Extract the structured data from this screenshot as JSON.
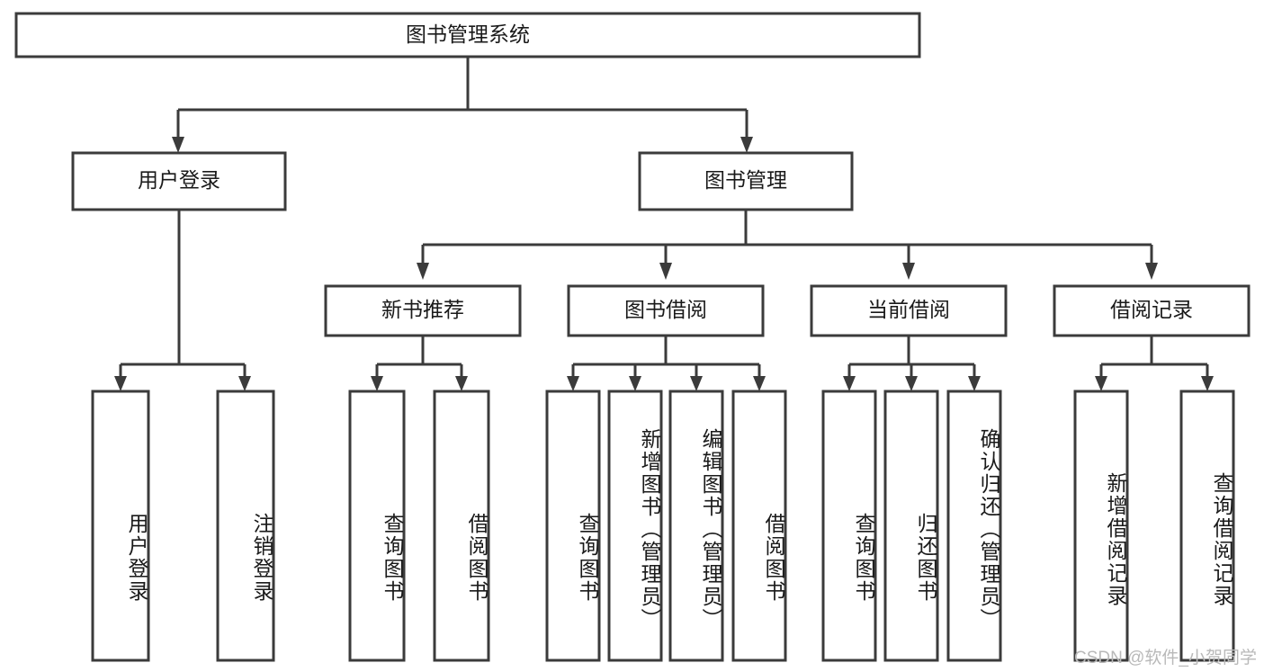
{
  "diagram": {
    "type": "tree-hierarchy",
    "title_node": {
      "label": "图书管理系统"
    },
    "level2": [
      {
        "label": "用户登录"
      },
      {
        "label": "图书管理"
      }
    ],
    "level3": [
      {
        "label": "新书推荐"
      },
      {
        "label": "图书借阅"
      },
      {
        "label": "当前借阅"
      },
      {
        "label": "借阅记录"
      }
    ],
    "leaves": {
      "user_login": [
        {
          "label": "用户登录"
        },
        {
          "label": "注销登录"
        }
      ],
      "new_book": [
        {
          "label": "查询图书"
        },
        {
          "label": "借阅图书"
        }
      ],
      "book_borrow": [
        {
          "label": "查询图书"
        },
        {
          "label": "新增图书（管理员）"
        },
        {
          "label": "编辑图书（管理员）"
        },
        {
          "label": "借阅图书"
        }
      ],
      "current_borrow": [
        {
          "label": "查询图书"
        },
        {
          "label": "归还图书"
        },
        {
          "label": "确认归还（管理员）"
        }
      ],
      "borrow_record": [
        {
          "label": "新增借阅记录"
        },
        {
          "label": "查询借阅记录"
        }
      ]
    }
  },
  "watermark": {
    "text": "CSDN @软件_小贺同学"
  },
  "colors": {
    "stroke": "#3b3b3b",
    "box_fill": "#ffffff",
    "text": "#1a1a1a",
    "watermark": "#b9b9b9",
    "background": "#ffffff"
  }
}
